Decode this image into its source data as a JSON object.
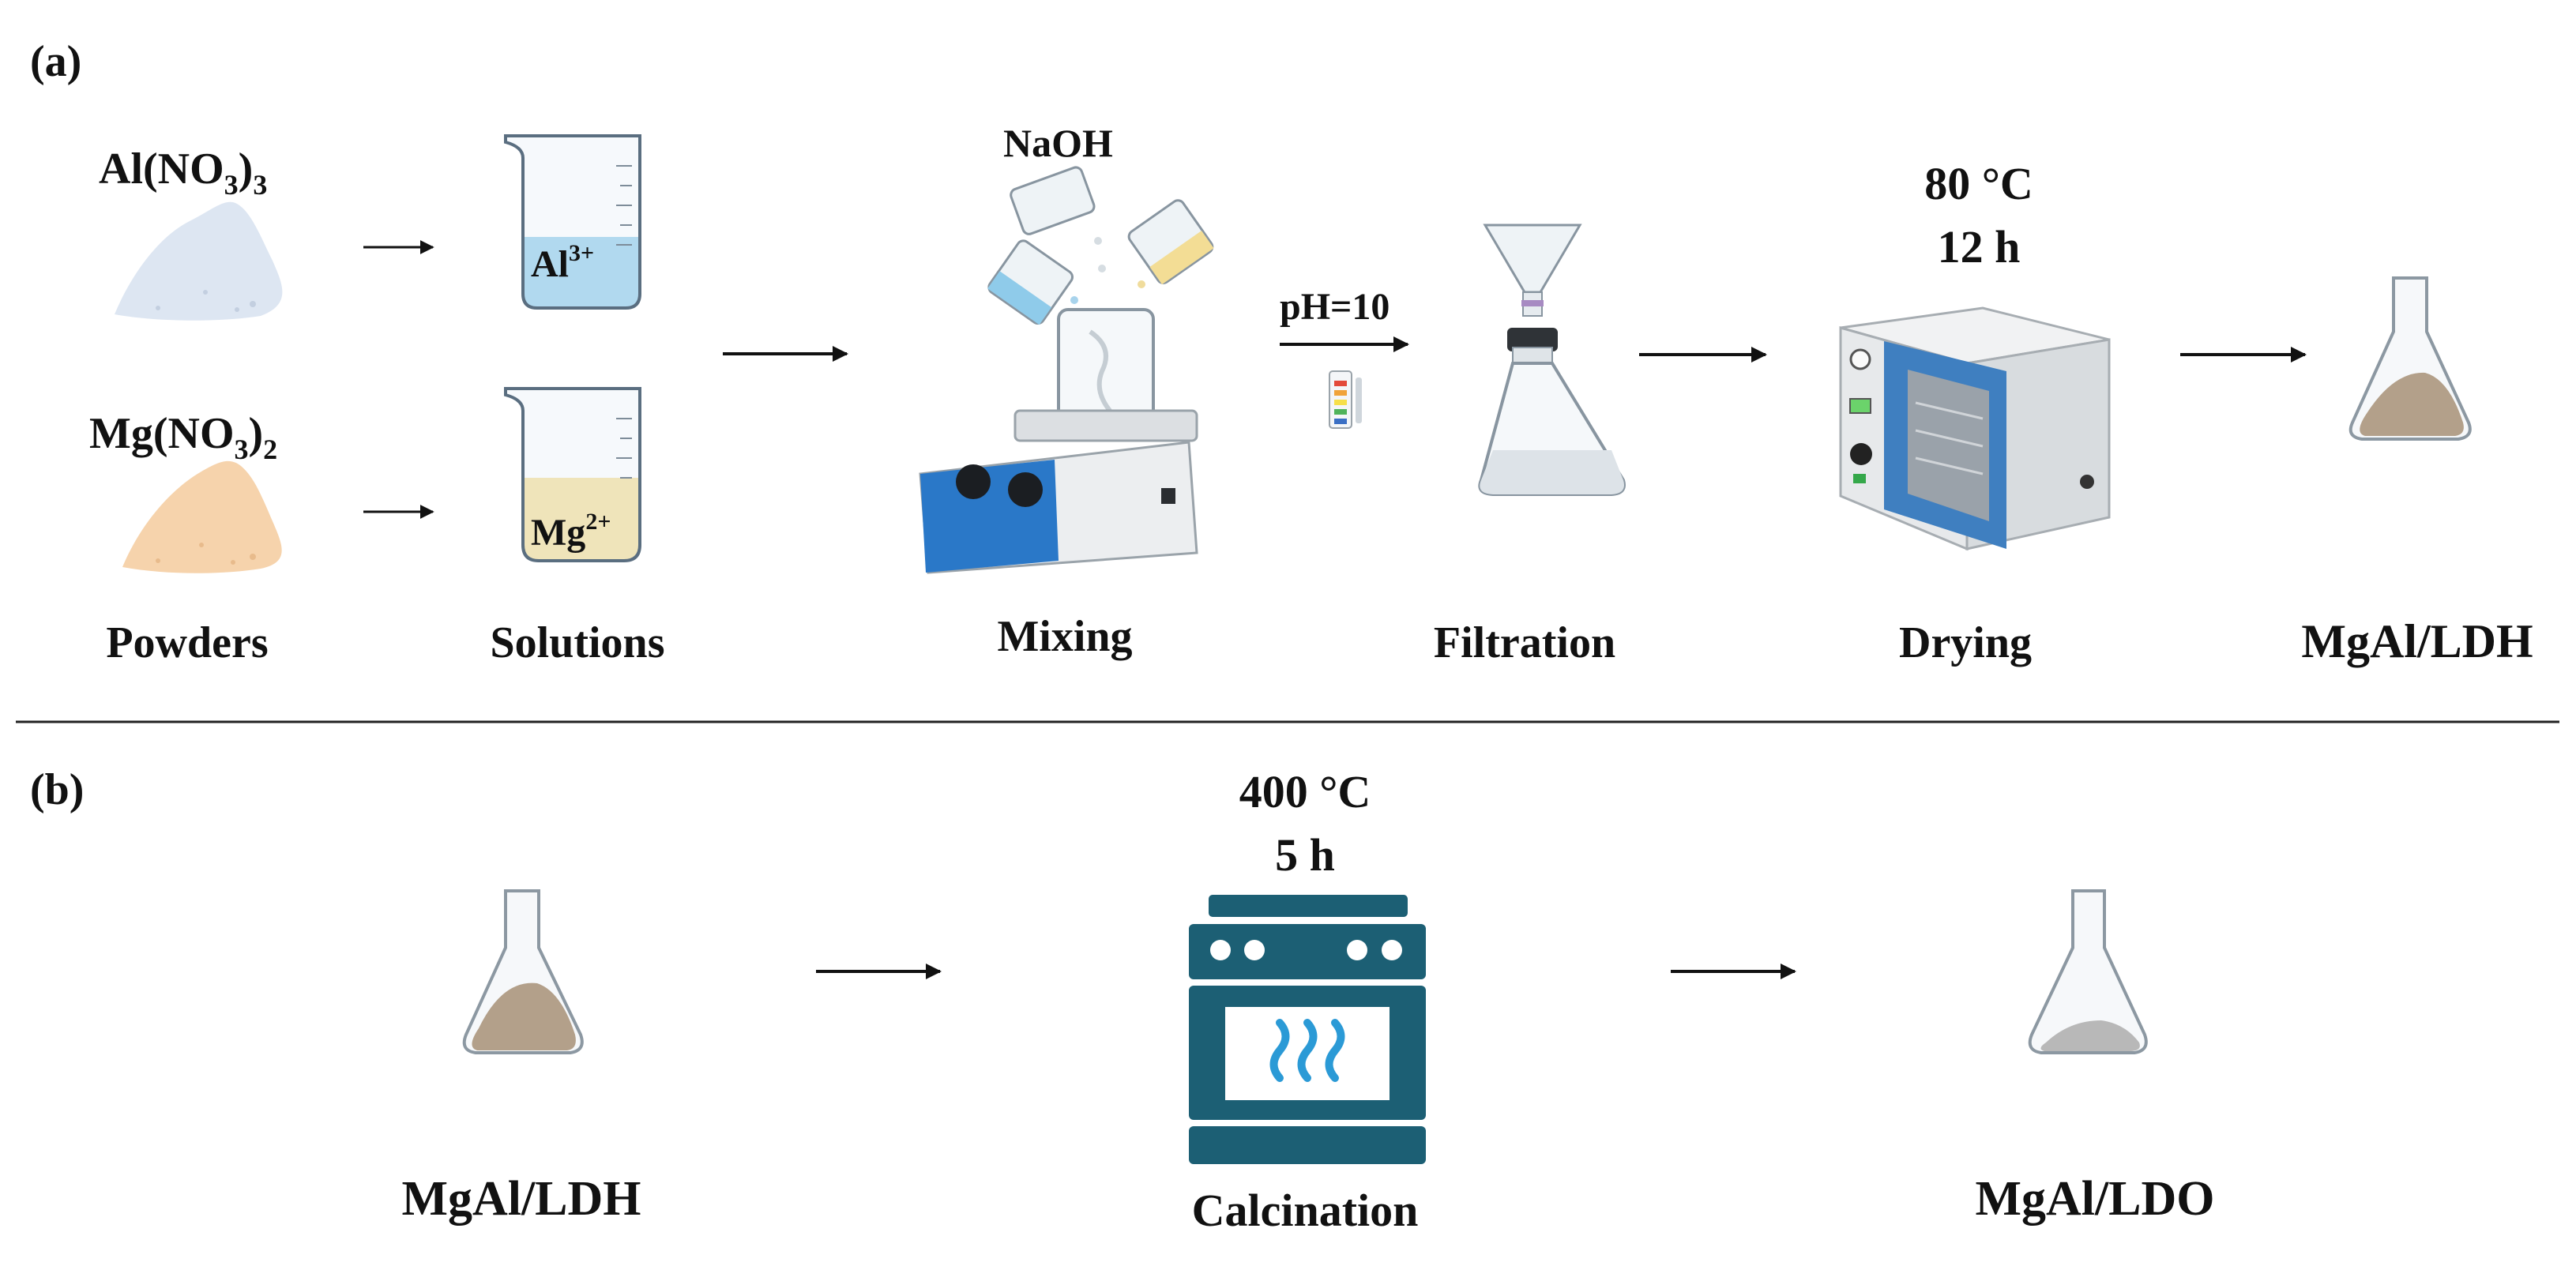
{
  "panel_a": {
    "tag": "(a)",
    "al_salt": {
      "base": "Al(NO",
      "sub1": "3",
      "mid": ")",
      "sub2": "3"
    },
    "mg_salt": {
      "base": "Mg(NO",
      "sub1": "3",
      "mid": ")",
      "sub2": "2"
    },
    "al_ion": {
      "base": "Al",
      "sup": "3+"
    },
    "mg_ion": {
      "base": "Mg",
      "sup": "2+"
    },
    "naoh": "NaOH",
    "ph": "pH=10",
    "drying_temp": "80 °C",
    "drying_time": "12 h",
    "stages": {
      "powders": "Powders",
      "solutions": "Solutions",
      "mixing": "Mixing",
      "filtration": "Filtration",
      "drying": "Drying",
      "product": "MgAl/LDH"
    }
  },
  "panel_b": {
    "tag": "(b)",
    "calc_temp": "400 °C",
    "calc_time": "5 h",
    "stages": {
      "input": "MgAl/LDH",
      "calcination": "Calcination",
      "output": "MgAl/LDO"
    }
  },
  "colors": {
    "al_powder": "#dde6f2",
    "mg_powder": "#f6d3ac",
    "al_solution": "#8fcbea",
    "mg_solution": "#f3dd95",
    "stirrer_blue": "#2a78c8",
    "oven_blue": "#3f7fc0",
    "furnace_teal": "#1c5f74",
    "flame_blue": "#2b9ad6",
    "ldh_powder": "#b3a08a",
    "ldo_powder": "#b8b8b8"
  }
}
